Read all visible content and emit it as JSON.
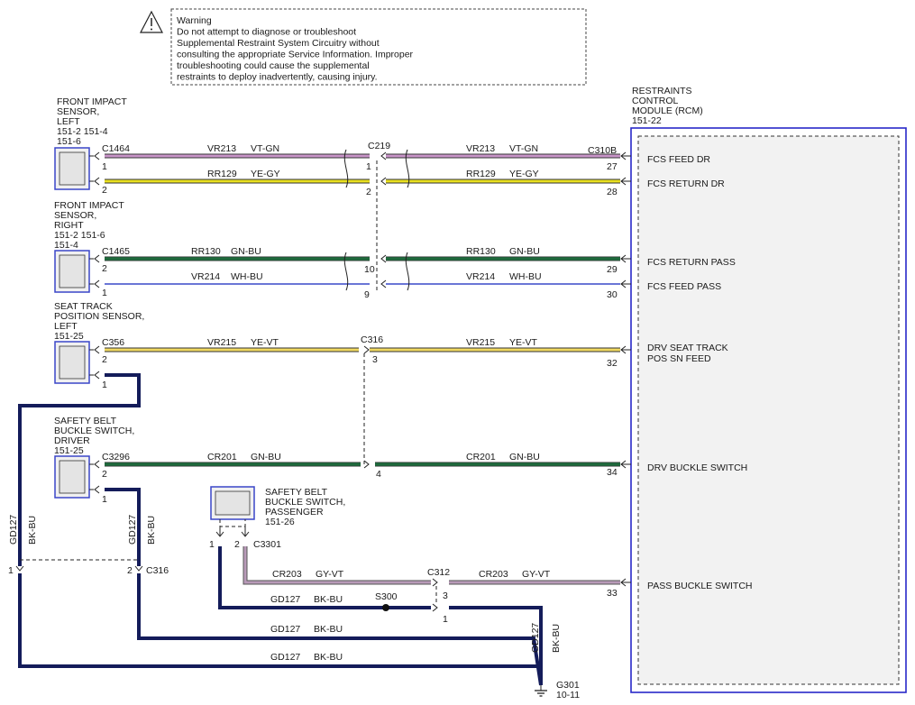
{
  "warning": {
    "lines": [
      "Warning",
      "Do not attempt to diagnose or troubleshoot",
      "Supplemental Restraint System Circuitry without",
      "consulting the appropriate Service Information. Improper",
      "troubleshooting could cause the supplemental",
      "restraints to deploy inadvertently, causing injury."
    ]
  },
  "rcm": {
    "title_lines": [
      "RESTRAINTS",
      "CONTROL",
      "MODULE (RCM)",
      "151-22"
    ],
    "connector": "C310B",
    "pins": [
      {
        "pin": "27",
        "label": "FCS FEED DR"
      },
      {
        "pin": "28",
        "label": "FCS RETURN DR"
      },
      {
        "pin": "29",
        "label": "FCS RETURN PASS"
      },
      {
        "pin": "30",
        "label": "FCS FEED PASS"
      },
      {
        "pin": "32",
        "label": "DRV SEAT TRACK",
        "label2": "POS SN FEED"
      },
      {
        "pin": "34",
        "label": "DRV BUCKLE SWITCH"
      },
      {
        "pin": "33",
        "label": "PASS BUCKLE SWITCH"
      }
    ]
  },
  "components": {
    "front_left": {
      "lines": [
        "FRONT IMPACT",
        "SENSOR,",
        "LEFT",
        "151-2     151-4",
        "151-6"
      ],
      "connector": "C1464",
      "pins": [
        "1",
        "2"
      ]
    },
    "front_right": {
      "lines": [
        "FRONT IMPACT",
        "SENSOR,",
        "RIGHT",
        "151-2     151-6",
        "151-4"
      ],
      "connector": "C1465",
      "pins": [
        "2",
        "1"
      ]
    },
    "seat_track": {
      "lines": [
        "SEAT TRACK",
        "POSITION SENSOR,",
        "LEFT",
        "151-25"
      ],
      "connector": "C356",
      "pins": [
        "2",
        "1"
      ]
    },
    "belt_driver": {
      "lines": [
        "SAFETY BELT",
        "BUCKLE SWITCH,",
        "DRIVER",
        "151-25"
      ],
      "connector": "C3296",
      "pins": [
        "2",
        "1"
      ]
    },
    "belt_passenger": {
      "lines": [
        "SAFETY BELT",
        "BUCKLE SWITCH,",
        "PASSENGER",
        "151-26"
      ],
      "connector": "C3301",
      "pins": [
        "1",
        "2"
      ]
    }
  },
  "connectors": {
    "c219": {
      "label": "C219",
      "pins": [
        "1",
        "2",
        "10",
        "9"
      ]
    },
    "c316": {
      "label": "C316",
      "pins": [
        "3",
        "4"
      ]
    },
    "c316_ground": {
      "label": "C316",
      "pins": [
        "1",
        "2"
      ]
    },
    "c312": {
      "label": "C312",
      "pins": [
        "3",
        "1"
      ]
    }
  },
  "splice": {
    "label": "S300"
  },
  "ground": {
    "label": "G301",
    "ref": "10-11"
  },
  "colors": {
    "vt_gn": "#c894c8",
    "ye_gy": "#e8e020",
    "gn_bu": "#1e6a3c",
    "wh_bu": "#e8ecff",
    "ye_vt": "#f0d860",
    "gy_vt": "#b89ab8",
    "bk_bu": "#141c5a",
    "rcm_border": "#2828c8"
  },
  "wires": [
    {
      "circuit": "VR213",
      "color": "VT-GN"
    },
    {
      "circuit": "RR129",
      "color": "YE-GY"
    },
    {
      "circuit": "RR130",
      "color": "GN-BU"
    },
    {
      "circuit": "VR214",
      "color": "WH-BU"
    },
    {
      "circuit": "VR215",
      "color": "YE-VT"
    },
    {
      "circuit": "CR201",
      "color": "GN-BU"
    },
    {
      "circuit": "CR203",
      "color": "GY-VT"
    },
    {
      "circuit": "GD127",
      "color": "BK-BU"
    }
  ]
}
